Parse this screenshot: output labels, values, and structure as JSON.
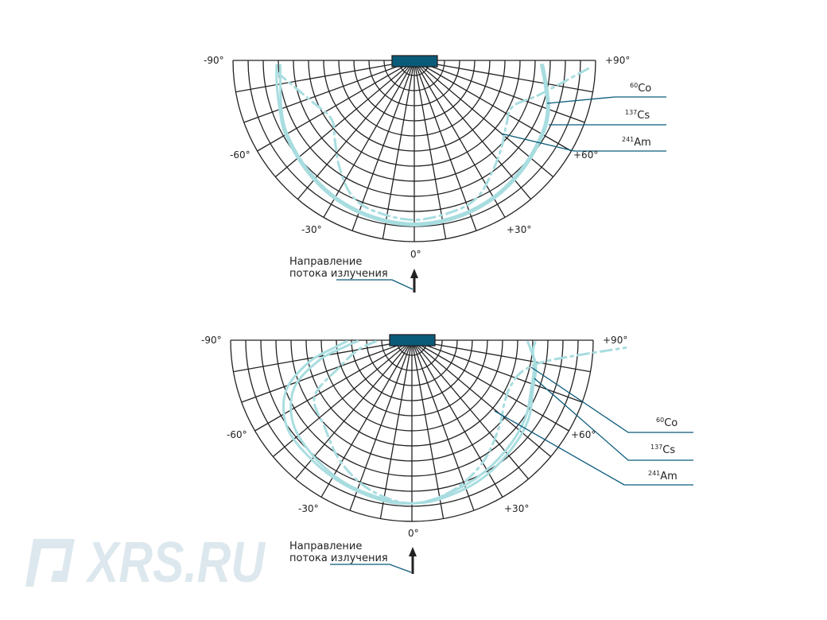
{
  "colors": {
    "grid": "#222222",
    "curve": "#a8dde0",
    "leader": "#0a5a7a",
    "detector": "#0a5a7a",
    "watermark": "#dde8ee"
  },
  "watermark": "XRS.RU",
  "chart_data": [
    {
      "type": "polar",
      "angle_labels": {
        "m90": "-90°",
        "p90": "+90°",
        "m60": "-60°",
        "p60": "+60°",
        "m30": "-30°",
        "p30": "+30°",
        "zero": "0°"
      },
      "direction_label": [
        "Направление",
        "потока излучения"
      ],
      "rings": 12,
      "spoke_step_deg": 10,
      "series": [
        {
          "name": "60Co",
          "mass": "60",
          "symbol": "Co",
          "style": "solid",
          "theta": [
            -88,
            -80,
            -70,
            -60,
            -45,
            -30,
            -15,
            0,
            15,
            30,
            45,
            60,
            70,
            80,
            88
          ],
          "r": [
            0.76,
            0.77,
            0.79,
            0.82,
            0.85,
            0.88,
            0.9,
            0.91,
            0.9,
            0.88,
            0.85,
            0.82,
            0.79,
            0.74,
            0.71
          ]
        },
        {
          "name": "137Cs",
          "mass": "137",
          "symbol": "Cs",
          "style": "solid",
          "theta": [
            -88,
            -80,
            -70,
            -60,
            -45,
            -30,
            -15,
            0,
            15,
            30,
            45,
            60,
            70,
            80,
            88
          ],
          "r": [
            0.74,
            0.75,
            0.78,
            0.81,
            0.84,
            0.87,
            0.89,
            0.9,
            0.89,
            0.87,
            0.84,
            0.81,
            0.78,
            0.73,
            0.7
          ]
        },
        {
          "name": "241Am",
          "mass": "241",
          "symbol": "Am",
          "style": "dashdot",
          "theta": [
            -85,
            -70,
            -55,
            -45,
            -35,
            -25,
            -15,
            0,
            15,
            25,
            35,
            45,
            55,
            65,
            75,
            88
          ],
          "r": [
            0.76,
            0.62,
            0.56,
            0.62,
            0.72,
            0.82,
            0.86,
            0.88,
            0.86,
            0.83,
            0.75,
            0.68,
            0.62,
            0.6,
            0.72,
            0.98
          ]
        }
      ]
    },
    {
      "type": "polar",
      "angle_labels": {
        "m90": "-90°",
        "p90": "+90°",
        "m60": "-60°",
        "p60": "+60°",
        "m30": "-30°",
        "p30": "+30°",
        "zero": "0°"
      },
      "direction_label": [
        "Направление",
        "потока излучения"
      ],
      "rings": 12,
      "spoke_step_deg": 10,
      "series": [
        {
          "name": "60Co",
          "mass": "60",
          "symbol": "Co",
          "style": "solid",
          "theta": [
            -89,
            -85,
            -78,
            -68,
            -55,
            -40,
            -25,
            -10,
            0,
            10,
            25,
            40,
            55,
            68,
            78,
            85,
            89
          ],
          "r": [
            0.36,
            0.42,
            0.58,
            0.75,
            0.84,
            0.86,
            0.88,
            0.9,
            0.9,
            0.89,
            0.86,
            0.82,
            0.78,
            0.72,
            0.7,
            0.66,
            0.64
          ]
        },
        {
          "name": "137Cs",
          "mass": "137",
          "symbol": "Cs",
          "style": "solid",
          "theta": [
            -89,
            -85,
            -78,
            -68,
            -55,
            -40,
            -25,
            -10,
            0,
            10,
            25,
            40,
            55,
            68,
            78,
            85,
            89
          ],
          "r": [
            0.3,
            0.36,
            0.52,
            0.7,
            0.8,
            0.84,
            0.87,
            0.89,
            0.9,
            0.88,
            0.84,
            0.8,
            0.76,
            0.71,
            0.69,
            0.67,
            0.68
          ]
        },
        {
          "name": "241Am",
          "mass": "241",
          "symbol": "Am",
          "style": "dashdot",
          "theta": [
            -88,
            -80,
            -70,
            -60,
            -45,
            -30,
            -15,
            0,
            15,
            30,
            45,
            55,
            65,
            75,
            82,
            88
          ],
          "r": [
            0.2,
            0.3,
            0.42,
            0.62,
            0.68,
            0.78,
            0.86,
            0.9,
            0.86,
            0.78,
            0.68,
            0.62,
            0.6,
            0.64,
            0.78,
            1.18
          ]
        }
      ]
    }
  ]
}
